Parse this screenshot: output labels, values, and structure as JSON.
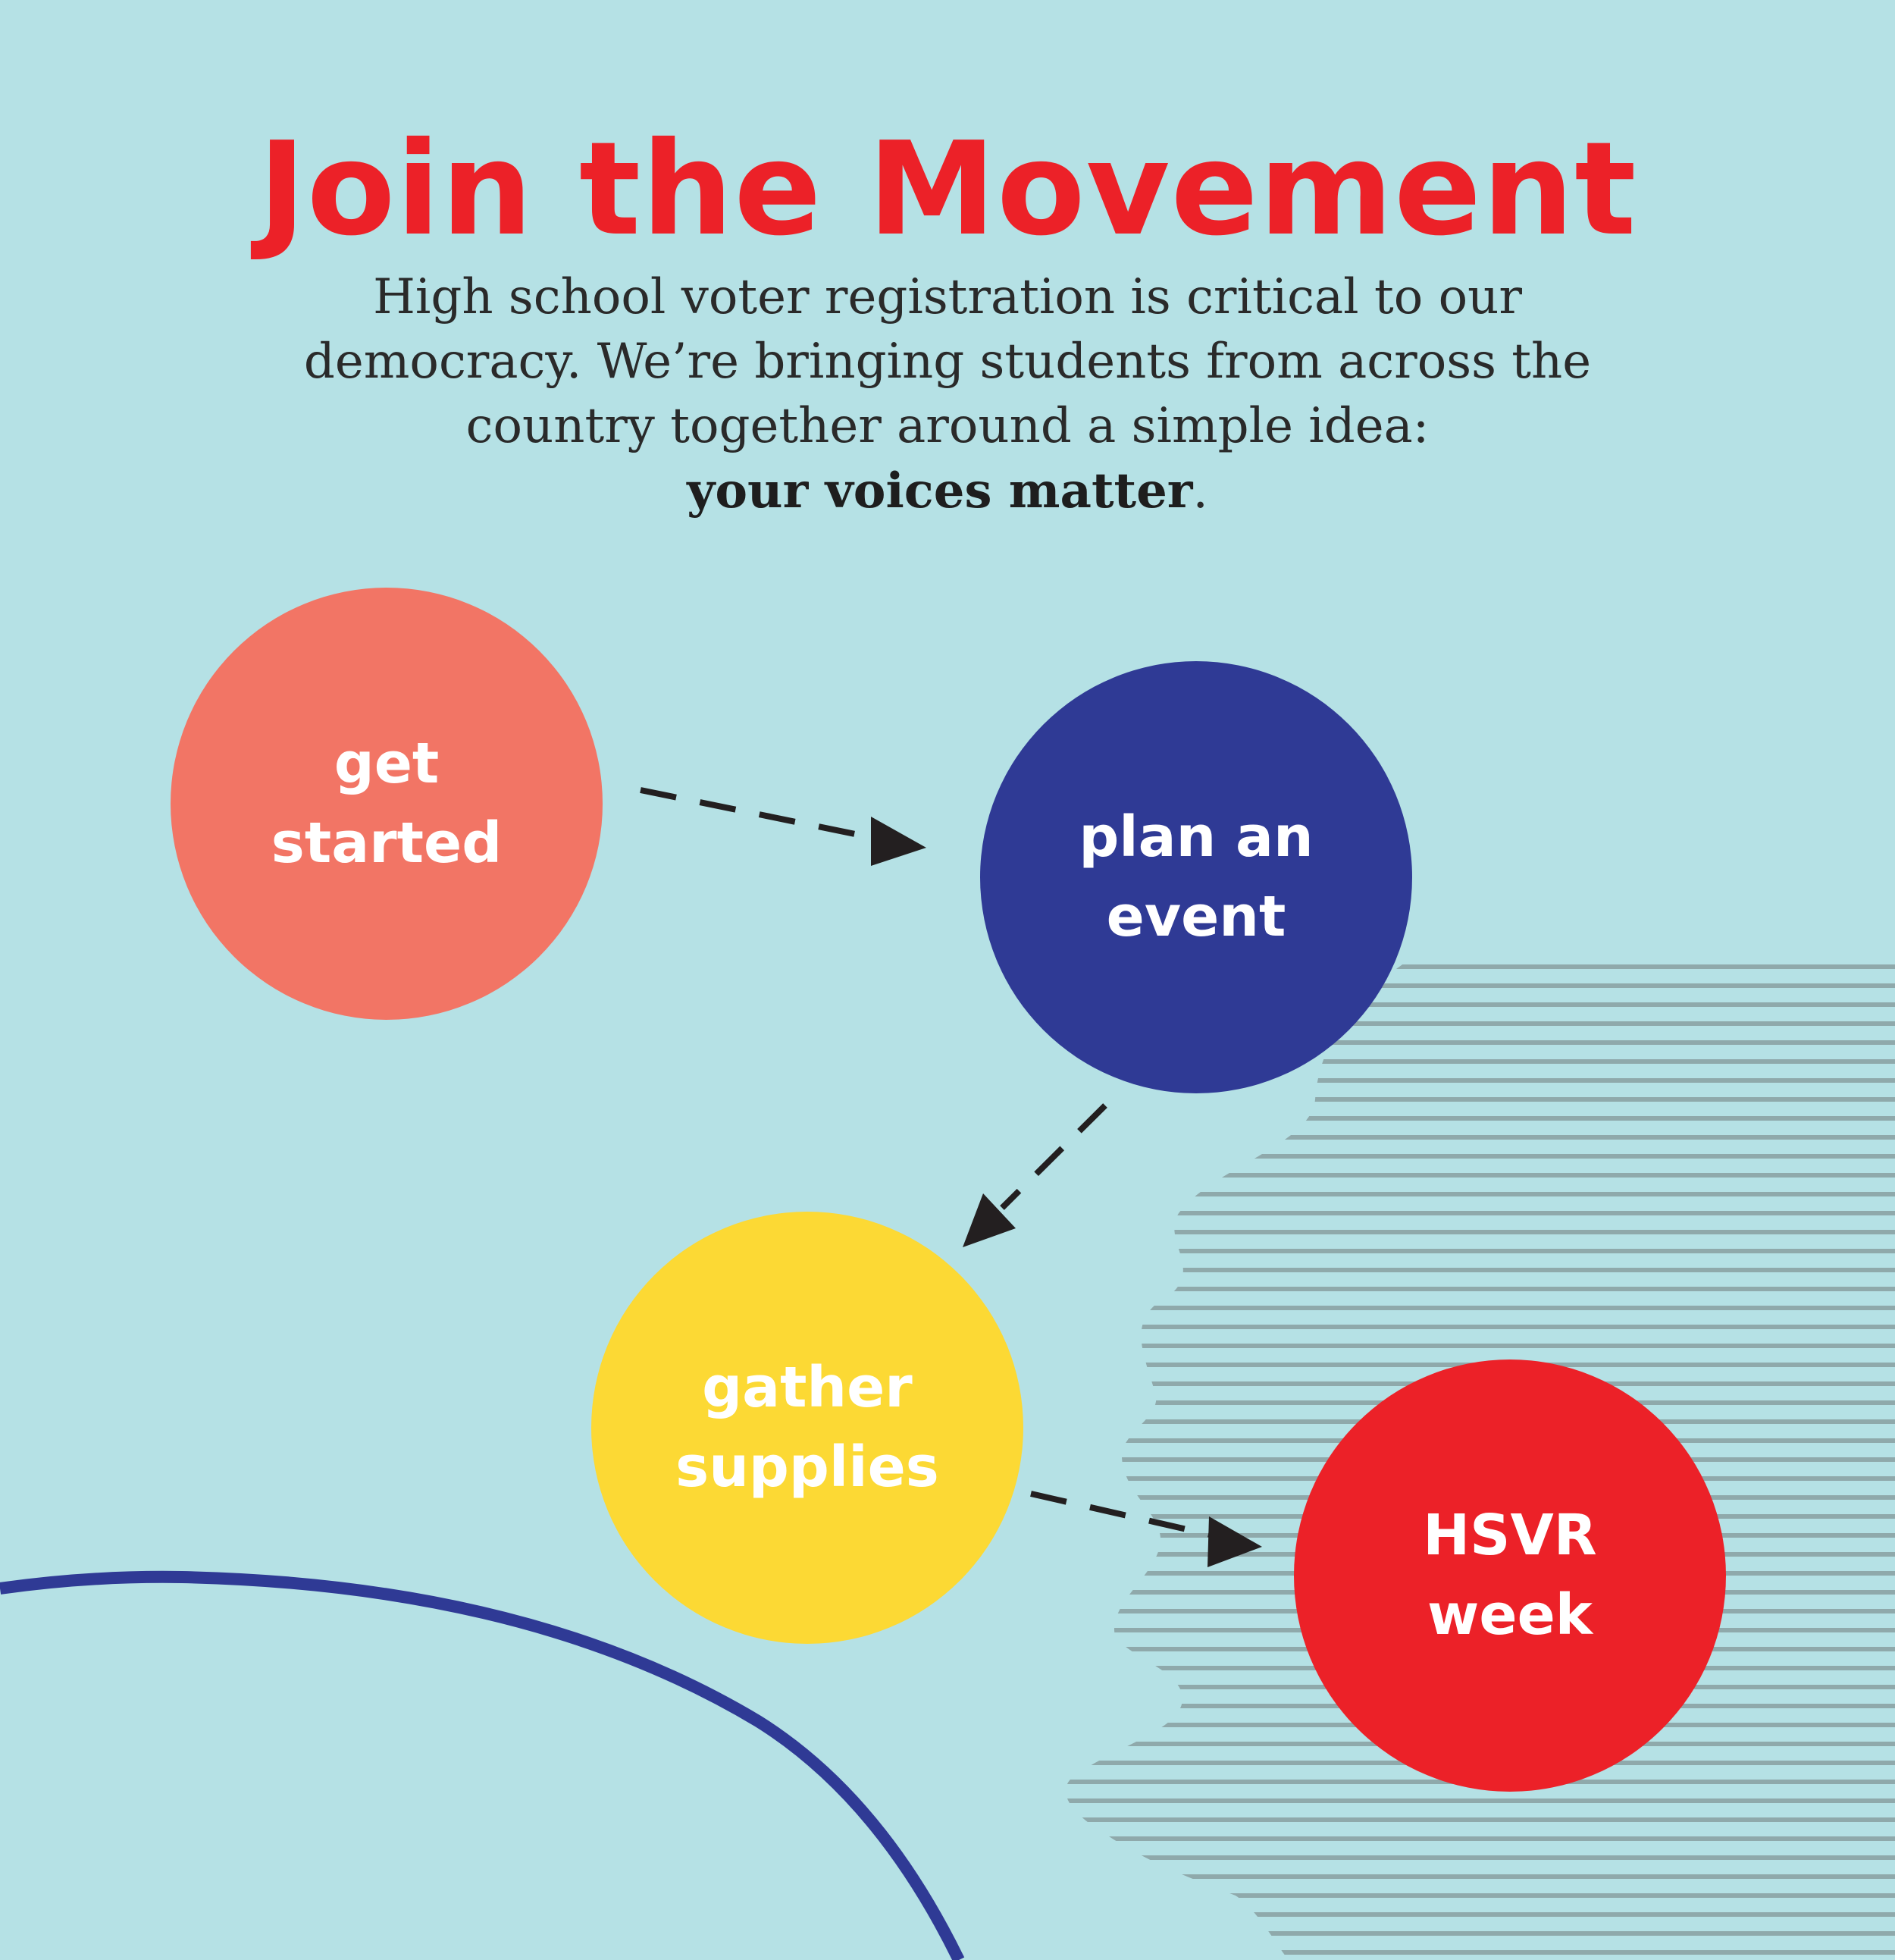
{
  "title": "Join the Movement",
  "intro": {
    "text": "High school voter registration is critical to our democracy. We’re bringing students from across the country together around a simple idea:",
    "emphasis": "your voices matter",
    "end": "."
  },
  "steps": [
    {
      "label": "get\nstarted",
      "color": "#f27565"
    },
    {
      "label": "plan an\nevent",
      "color": "#2f3a95"
    },
    {
      "label": "gather\nsupplies",
      "color": "#fcd934"
    },
    {
      "label": "HSVR\nweek",
      "color": "#ec2128"
    }
  ],
  "colors": {
    "background": "#b5e1e5",
    "title": "#ec2128",
    "arrows": "#231f20",
    "stripes": "#8fa9ab",
    "arc": "#2f3a95"
  }
}
